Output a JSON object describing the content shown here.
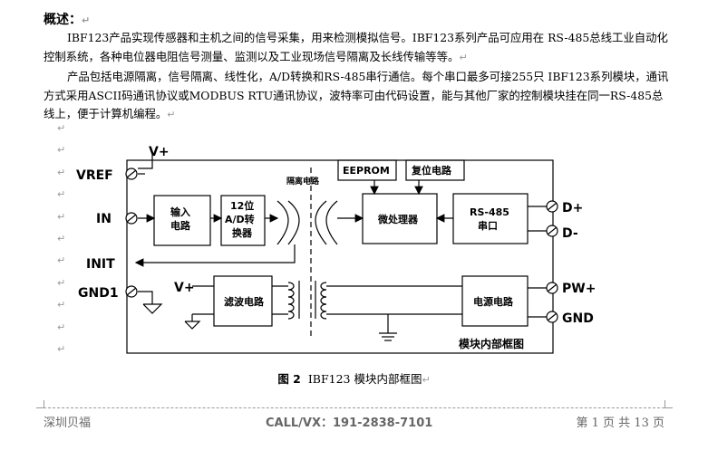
{
  "heading": "概述：",
  "paragraphs": [
    "IBF123产品实现传感器和主机之间的信号采集，用来检测模拟信号。IBF123系列产品可应用在 RS-485总线工业自动化控制系统，各种电位器电阻信号测量、监测以及工业现场信号隔离及长线传输等等。",
    "产品包括电源隔离，信号隔离、线性化，A/D转换和RS-485串行通信。每个串口最多可接255只 IBF123系列模块，通讯方式采用ASCII码通讯协议或MODBUS RTU通讯协议，波特率可由代码设置，能与其他厂家的控制模块挂在同一RS-485总线上，便于计算机编程。"
  ],
  "return_mark": "↵",
  "diagram": {
    "labels": {
      "vplus_top": "V+",
      "vref": "VREF",
      "in": "IN",
      "init": "INIT",
      "gnd1": "GND1",
      "input_circuit": [
        "输入",
        "电路"
      ],
      "adc": [
        "12位",
        "A/D转",
        "换器"
      ],
      "isolation": "隔离电路",
      "eeprom": "EEPROM",
      "reset": "复位电路",
      "mcu": "微处理器",
      "rs485": [
        "RS-485",
        "串口"
      ],
      "dplus": "D+",
      "dminus": "D-",
      "vplus_bottom": "V+",
      "filter": "滤波电路",
      "power": "电源电路",
      "pwplus": "PW+",
      "gnd": "GND",
      "box_title": "模块内部框图"
    }
  },
  "caption": {
    "label": "图 2",
    "text": "IBF123 模块内部框图"
  },
  "footer": {
    "left": "深圳贝福",
    "center": "CALL/VX：191-2838-7101",
    "right": "第 1 页 共 13 页"
  }
}
